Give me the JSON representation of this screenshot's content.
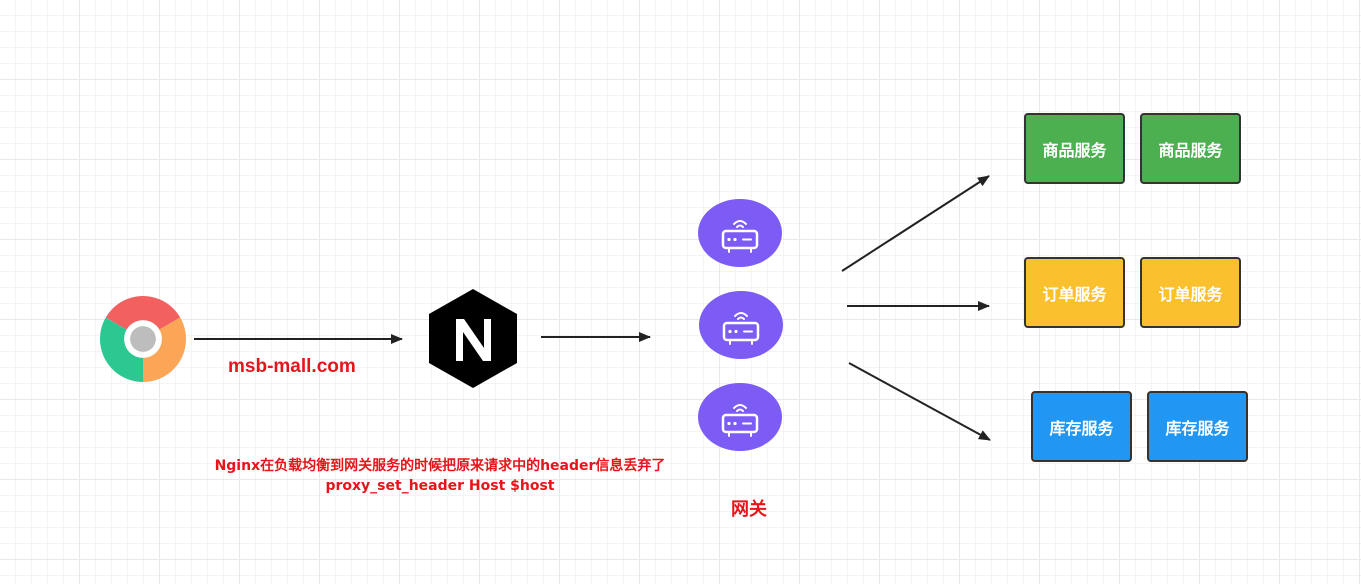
{
  "domain_label": "msb-mall.com",
  "note": {
    "line1": "Nginx在负载均衡到网关服务的时候把原来请求中的header信息丢弃了",
    "line2": "proxy_set_header Host $host"
  },
  "gateway_label": "网关",
  "services": {
    "product": [
      "商品服务",
      "商品服务"
    ],
    "order": [
      "订单服务",
      "订单服务"
    ],
    "inventory": [
      "库存服务",
      "库存服务"
    ]
  },
  "colors": {
    "label_red": "#e8141b",
    "router_purple": "#7c5cf5",
    "product_green": "#4caf50",
    "order_yellow": "#fbc02d",
    "inventory_blue": "#2196f3"
  },
  "icons": [
    "chrome-icon",
    "nginx-icon",
    "router-icon"
  ]
}
